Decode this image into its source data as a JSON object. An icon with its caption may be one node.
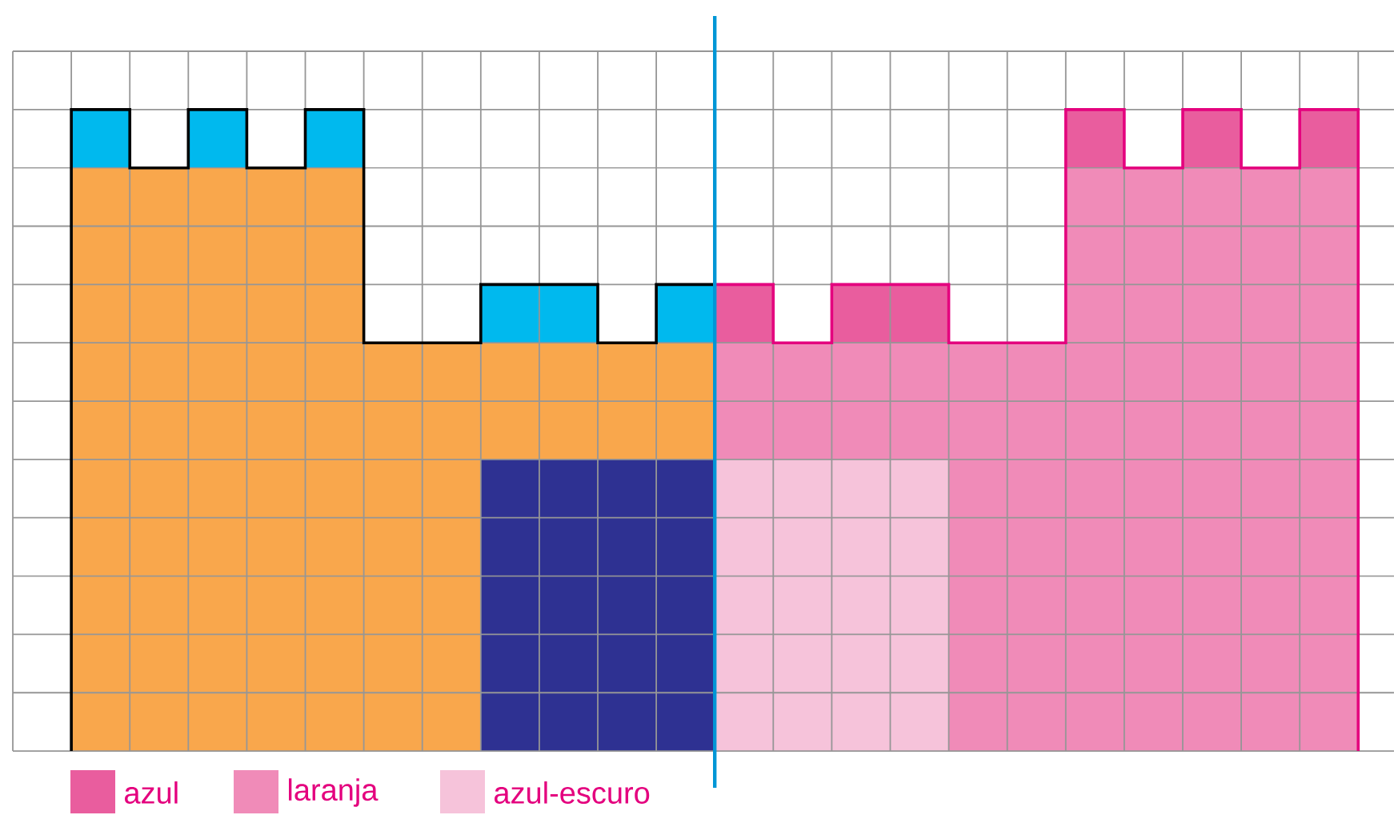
{
  "diagram": {
    "legend": [
      {
        "text": "azul",
        "color": "#e95d9e"
      },
      {
        "text": "laranja",
        "color": "#f08bb8"
      },
      {
        "text": "azul-escuro",
        "color": "#f6c3da"
      }
    ]
  }
}
